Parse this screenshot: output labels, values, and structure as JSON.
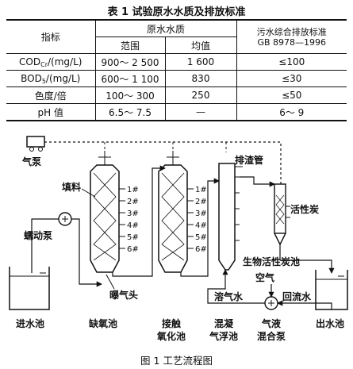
{
  "table": {
    "caption": "表 1  试验原水水质及排放标准",
    "header": {
      "indicator": "指标",
      "raw_quality": "原水水质",
      "range": "范围",
      "mean": "均值",
      "standard_line1": "污水综合排放标准",
      "standard_line2": "GB 8978—1996"
    },
    "rows": [
      {
        "name": "COD",
        "sub": "Cr",
        "unit": "/(mg/L)",
        "range": "900～ 2 500",
        "mean": "1 600",
        "standard": "≤100"
      },
      {
        "name": "BOD",
        "sub": "5",
        "unit": "/(mg/L)",
        "range": "600～ 1 100",
        "mean": "830",
        "standard": "≤30"
      },
      {
        "name": "色度/倍",
        "sub": "",
        "unit": "",
        "range": "100～ 300",
        "mean": "250",
        "standard": "≤50"
      },
      {
        "name": "pH 值",
        "sub": "",
        "unit": "",
        "range": "6.5～ 7.5",
        "mean": "—",
        "standard": "6～ 9"
      }
    ]
  },
  "diagram": {
    "labels": {
      "air_pump": "气泵",
      "peristaltic_pump": "蠕动泵",
      "packing": "填料",
      "aerator": "曝气头",
      "slag_pipe": "排渣管",
      "activated_carbon": "活性炭",
      "bio_carbon_pool": "生物活性炭池",
      "air": "空气",
      "dissolved_air_water": "溶气水",
      "return_water": "回流水"
    },
    "ports": [
      "1#",
      "2#",
      "3#",
      "4#",
      "5#",
      "6#"
    ],
    "units": [
      {
        "line1": "进水池",
        "line2": ""
      },
      {
        "line1": "缺氧池",
        "line2": ""
      },
      {
        "line1": "接触",
        "line2": "氧化池"
      },
      {
        "line1": "混凝",
        "line2": "气浮池"
      },
      {
        "line1": "气液",
        "line2": "混合泵"
      },
      {
        "line1": "出水池",
        "line2": ""
      }
    ]
  },
  "figure_caption": "图 1  工艺流程图"
}
